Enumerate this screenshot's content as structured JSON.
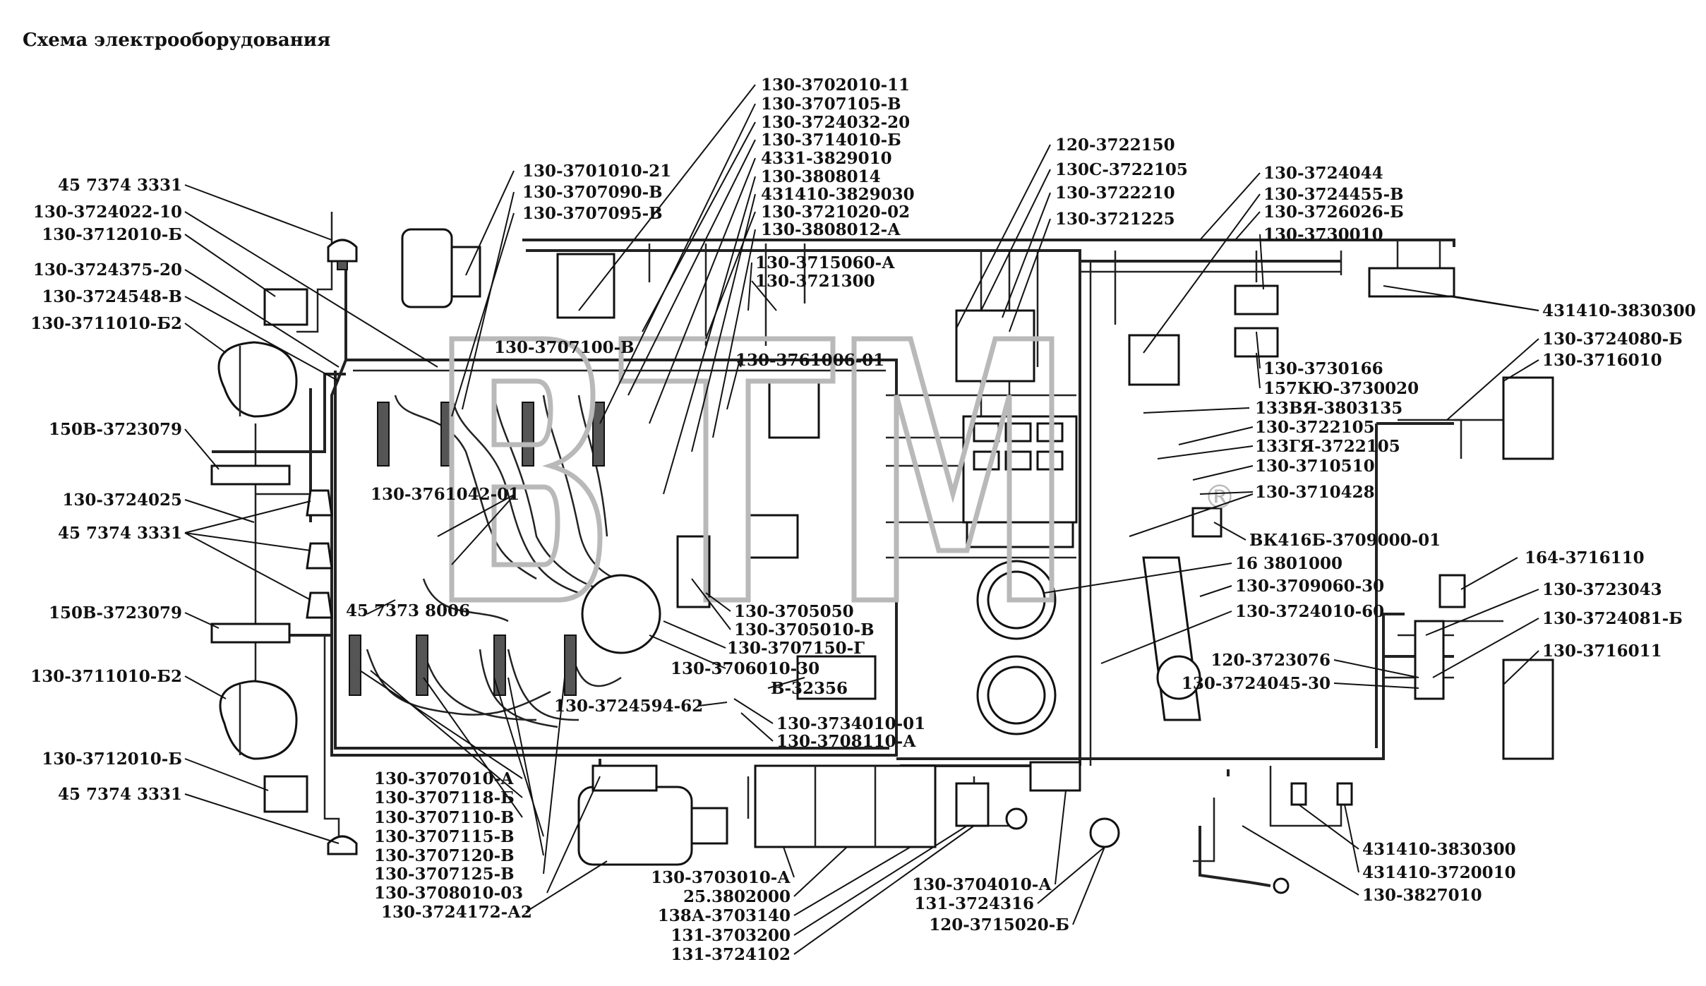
{
  "title": "Схема электрооборудования",
  "watermark": {
    "letters": "ВТМ",
    "mark": "®"
  },
  "callouts": {
    "left": [
      "45 7374 3331",
      "130-3724022-10",
      "130-3712010-Б",
      "130-3724375-20",
      "130-3724548-В",
      "130-3711010-Б2",
      "150В-3723079",
      "130-3724025",
      "45 7374 3331",
      "150В-3723079",
      "130-3711010-Б2",
      "130-3712010-Б",
      "45 7374 3331"
    ],
    "top_center": [
      "130-3701010-21",
      "130-3707090-В",
      "130-3707095-В"
    ],
    "top_list": [
      "130-3702010-11",
      "130-3707105-В",
      "130-3724032-20",
      "130-3714010-Б",
      "4331-3829010",
      "130-3808014",
      "431410-3829030",
      "130-3721020-02",
      "130-3808012-А"
    ],
    "mid": [
      "130-3715060-А",
      "130-3721300",
      "130-3707100-В",
      "130-3761006-01",
      "130-3761042-01",
      "45 7373 8006"
    ],
    "dash_top": [
      "120-3722150",
      "130С-3722105",
      "130-3722210",
      "130-3721225"
    ],
    "right_top": [
      "130-3724044",
      "130-3724455-В",
      "130-3726026-Б",
      "130-3730010",
      "431410-3830300",
      "130-3724080-Б",
      "130-3716010",
      "130-3730166",
      "157КЮ-3730020",
      "133ВЯ-3803135",
      "130-3722105",
      "133ГЯ-3722105",
      "130-3710510",
      "130-3710428",
      "ВК416Б-3709000-01",
      "16 3801000",
      "130-3709060-30",
      "130-3724010-60"
    ],
    "right_mid": [
      "164-3716110",
      "130-3723043",
      "130-3724081-Б",
      "130-3716011",
      "120-3723076",
      "130-3724045-30"
    ],
    "center_low": [
      "130-3705050",
      "130-3705010-В",
      "130-3707150-Г",
      "130-3706010-30",
      "В-32356",
      "130-3724594-62",
      "130-3734010-01",
      "130-3708110-А"
    ],
    "bottom_left": [
      "130-3707010-А",
      "130-3707118-Б",
      "130-3707110-В",
      "130-3707115-В",
      "130-3707120-В",
      "130-3707125-В",
      "130-3708010-03",
      "130-3724172-А2"
    ],
    "bottom_center": [
      "130-3703010-А",
      "25.3802000",
      "138А-3703140",
      "131-3703200",
      "131-3724102"
    ],
    "bottom_mid": [
      "130-3704010-А",
      "131-3724316",
      "120-3715020-Б"
    ],
    "bottom_right": [
      "431410-3830300",
      "431410-3720010",
      "130-3827010"
    ]
  }
}
